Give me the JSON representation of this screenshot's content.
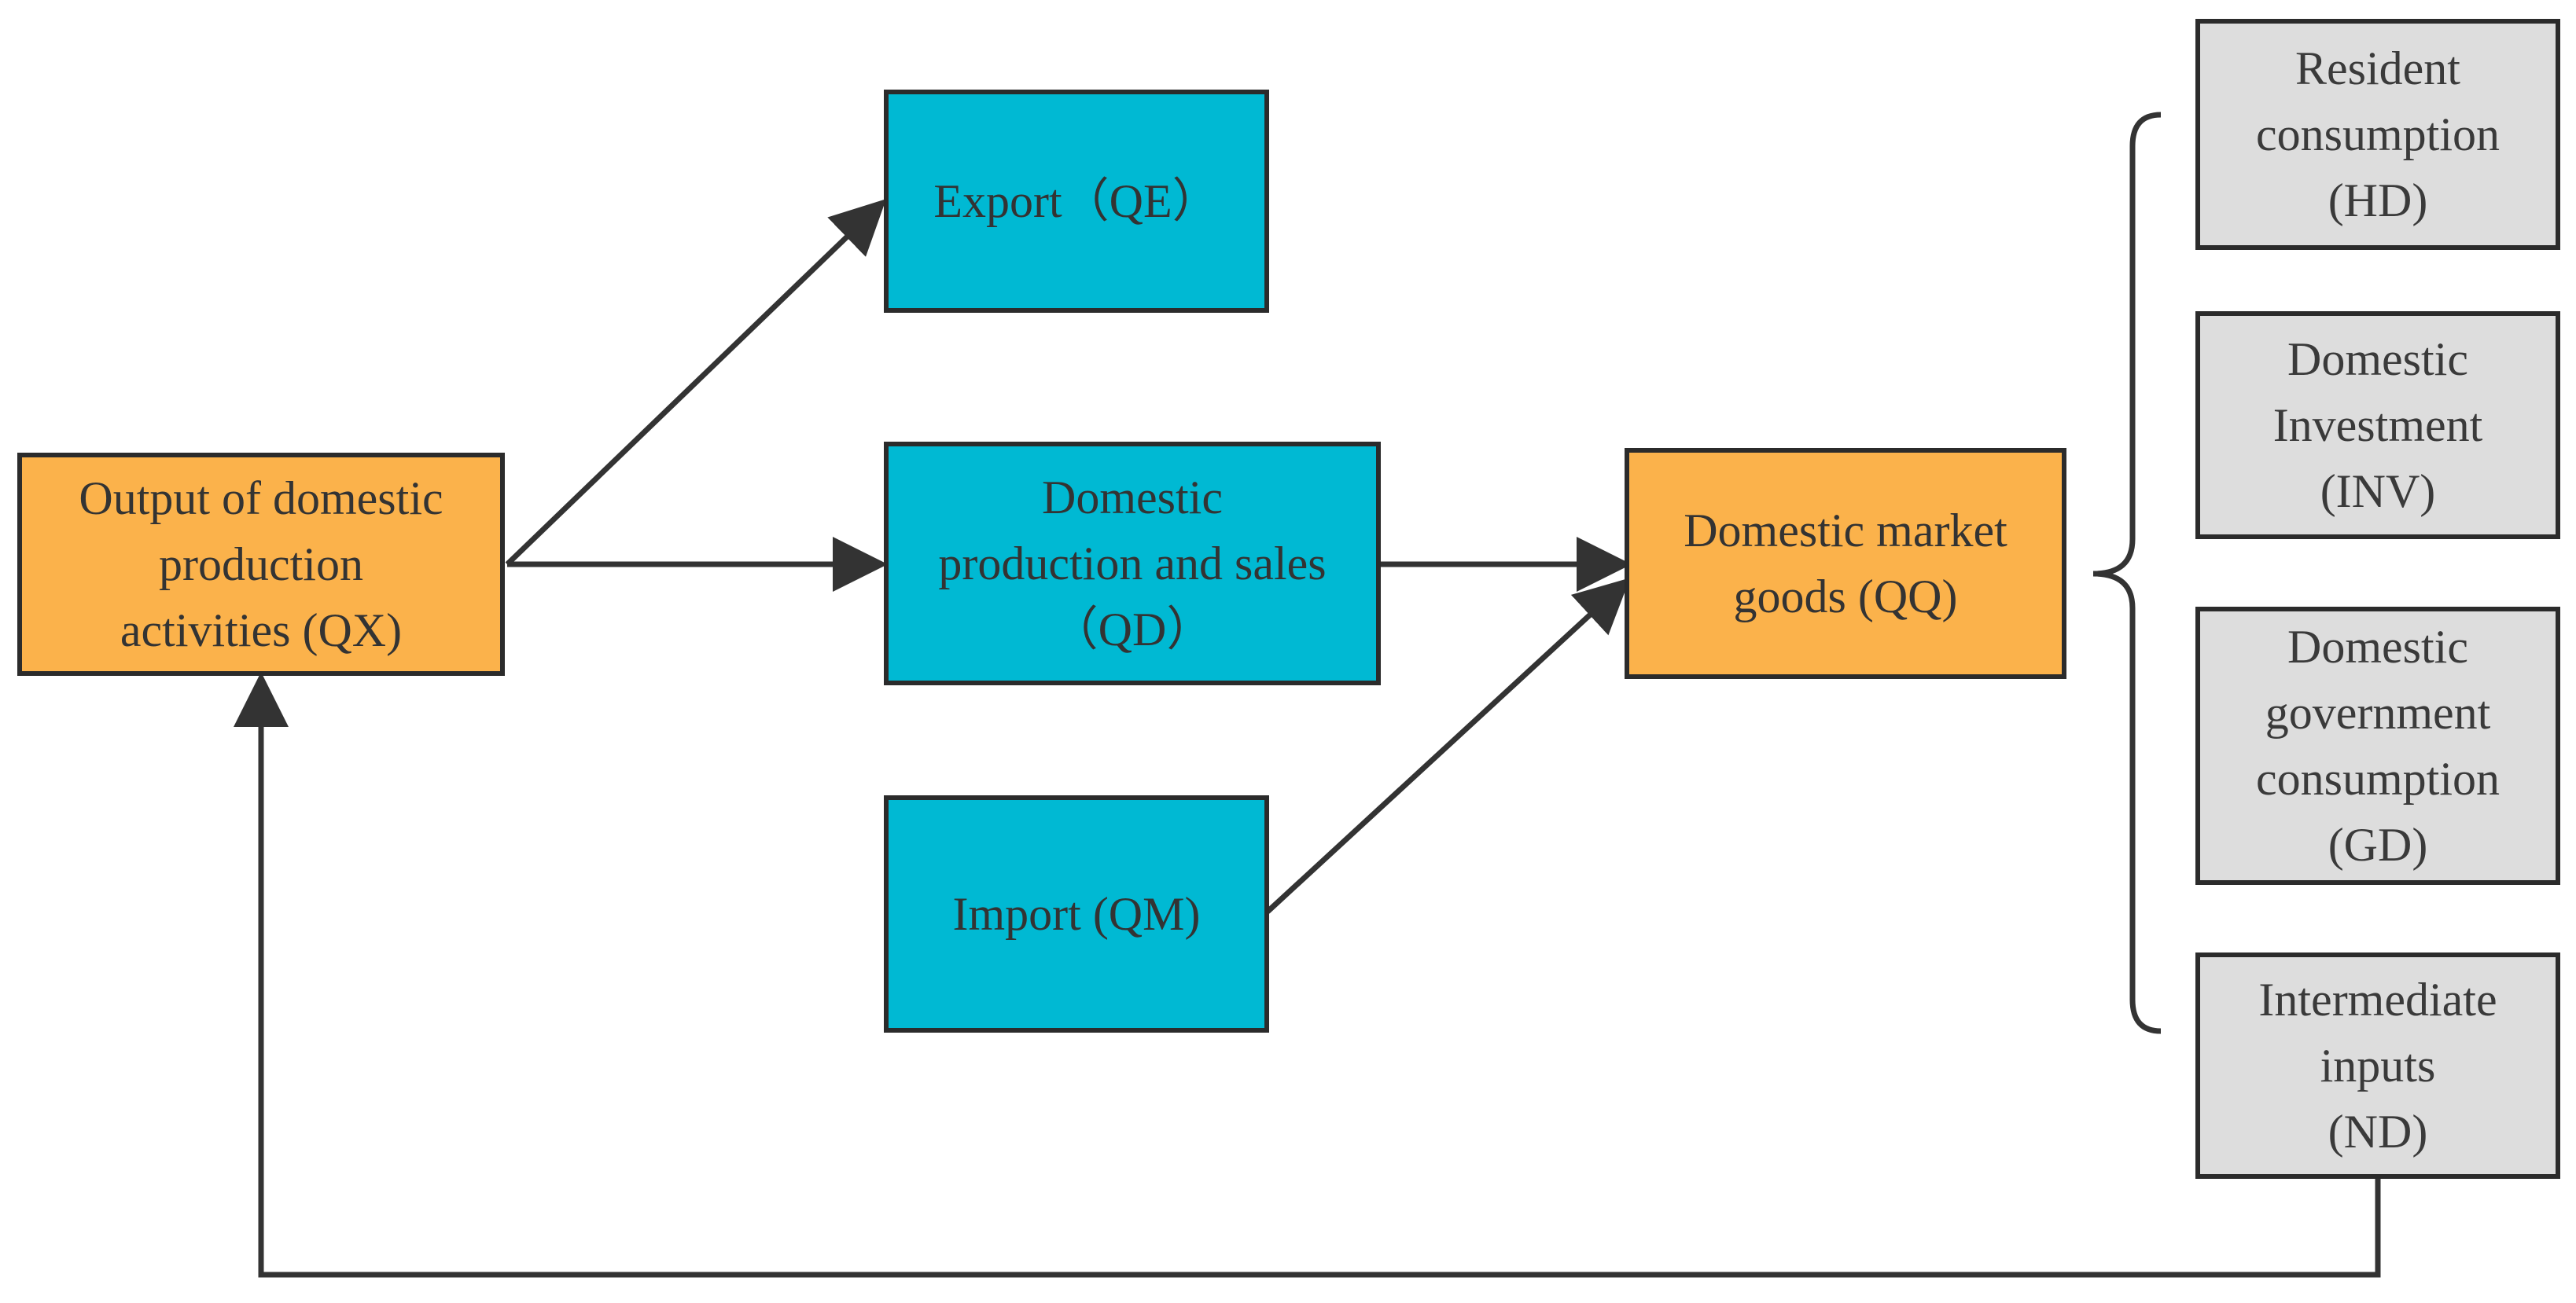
{
  "colors": {
    "orange": "#FBB24B",
    "cyan": "#00B9D3",
    "grey": "#DDDDDD",
    "line": "#333333"
  },
  "nodes": {
    "output": "Output of domestic\nproduction\nactivities (QX)",
    "export": "Export（QE）",
    "domestic_sales": "Domestic\nproduction and sales\n（QD）",
    "import": "Import (QM)",
    "market": "Domestic market\ngoods (QQ)",
    "resident": "Resident\nconsumption\n(HD)",
    "investment": "Domestic\nInvestment\n(INV)",
    "government": "Domestic\ngovernment\nconsumption\n(GD)",
    "intermediate": "Intermediate\ninputs\n(ND)"
  }
}
